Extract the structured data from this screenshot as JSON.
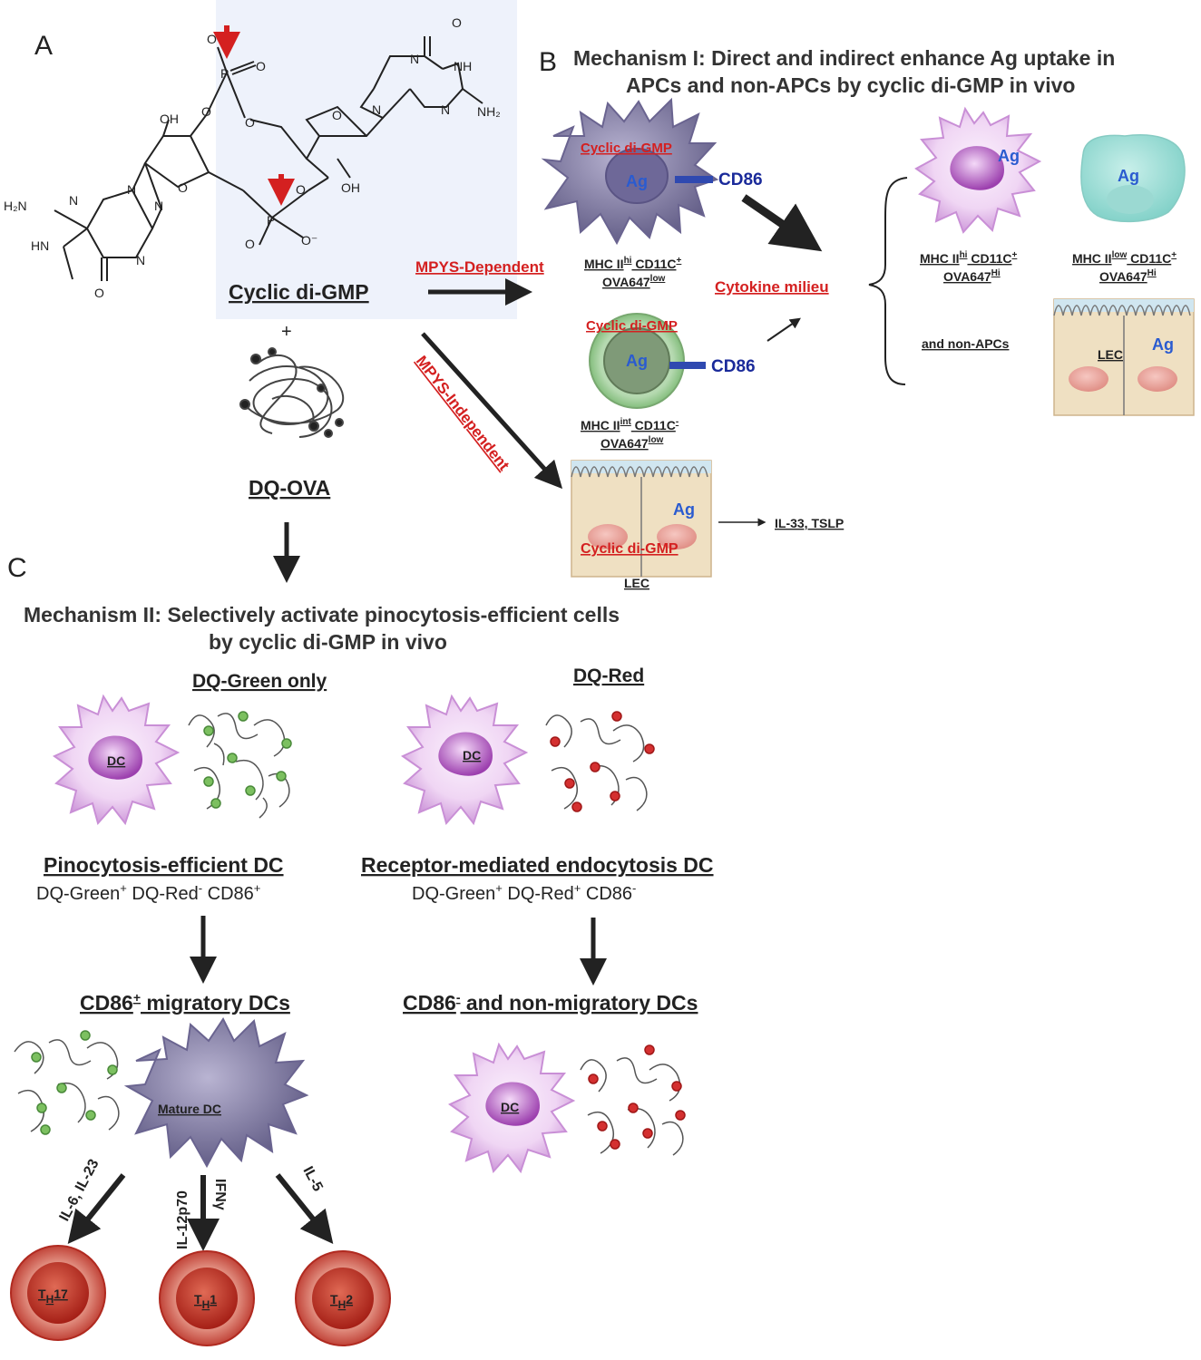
{
  "panels": {
    "a": {
      "letter": "A",
      "molecule_label": "Cyclic di-GMP",
      "plus": "+",
      "protein_label": "DQ-OVA",
      "chem_labels": [
        "O",
        "NH",
        "N",
        "N",
        "NH₂",
        "N",
        "O⁻",
        "P",
        "O",
        "O",
        "OH",
        "O",
        "O",
        "OH",
        "O",
        "H₂N",
        "N",
        "N",
        "N",
        "HN",
        "N",
        "O",
        "P",
        "O",
        "O",
        "O⁻"
      ]
    },
    "b": {
      "letter": "B",
      "title_line1": "Mechanism I: Direct and indirect enhance Ag uptake in",
      "title_line2": "APCs and non-APCs by cyclic di-GMP in vivo",
      "mpys_dependent": "MPYS-Dependent",
      "mpys_independent": "MPYS-Independent",
      "cyclic_di_gmp": "Cyclic di-GMP",
      "ag": "Ag",
      "cd86": "CD86",
      "cell1_line1": "MHC II",
      "cell1_sup1": "hi",
      "cell1_line1b": " CD11C",
      "cell1_sup2": "+",
      "cell1_line2": "OVA647",
      "cell1_sup3": "low",
      "cell2_line1": "MHC II",
      "cell2_sup1": "int",
      "cell2_line1b": " CD11C",
      "cell2_sup2": "-",
      "cell2_line2": "OVA647",
      "cell2_sup3": "low",
      "cytokine_milieu": "Cytokine milieu",
      "lec": "LEC",
      "il33": "IL-33, TSLP",
      "right_cell1_line1": "MHC II",
      "right_cell1_sup1": "hi",
      "right_cell1_line1b": " CD11C",
      "right_cell1_sup2": "+",
      "right_cell1_line2": "OVA647",
      "right_cell1_sup3": "Hi",
      "right_cell2_line1": "MHC II",
      "right_cell2_sup1": "low",
      "right_cell2_line1b": " CD11C",
      "right_cell2_sup2": "+",
      "right_cell2_line2": "OVA647",
      "right_cell2_sup3": "Hi",
      "non_apcs": "and non-APCs"
    },
    "c": {
      "letter": "C",
      "title_line1": "Mechanism II: Selectively activate pinocytosis-efficient cells",
      "title_line2": "by cyclic di-GMP in vivo",
      "dq_green_only": "DQ-Green only",
      "dq_red": "DQ-Red",
      "dc": "DC",
      "pino_title": "Pinocytosis-efficient DC",
      "pino_sub_a": "DQ-Green",
      "pino_sub_a_sup": "+",
      "pino_sub_b": " DQ-Red",
      "pino_sub_b_sup": "-",
      "pino_sub_c": " CD86",
      "pino_sub_c_sup": "+",
      "rme_title": "Receptor-mediated endocytosis DC",
      "rme_sub_a": "DQ-Green",
      "rme_sub_a_sup": "+",
      "rme_sub_b": " DQ-Red",
      "rme_sub_b_sup": "+",
      "rme_sub_c": " CD86",
      "rme_sub_c_sup": "-",
      "migratory_a": "CD86",
      "migratory_sup": "+",
      "migratory_b": " migratory DCs",
      "nonmig_a": "CD86",
      "nonmig_sup": "-",
      "nonmig_b": " and non-migratory DCs",
      "mature_dc": "Mature DC",
      "il6": "IL-6, IL-23",
      "il12": "IL-12p70",
      "ifn": "IFNγ",
      "il5": "IL-5",
      "th17_t": "T",
      "th17_sub": "H",
      "th17_n": "17",
      "th1_t": "T",
      "th1_sub": "H",
      "th1_n": "1",
      "th2_t": "T",
      "th2_sub": "H",
      "th2_n": "2"
    }
  },
  "colors": {
    "red_label": "#d42020",
    "cd86_bar": "#2f49b0",
    "dc_purple": "#e4c2ea",
    "mature_dc": "#7e78a2",
    "lec_fill": "#ecd9b8",
    "th_cell": "#c8302a",
    "green_dot": "#7cc060",
    "red_dot": "#d43030",
    "highlight_bg": "#eef2fb"
  }
}
